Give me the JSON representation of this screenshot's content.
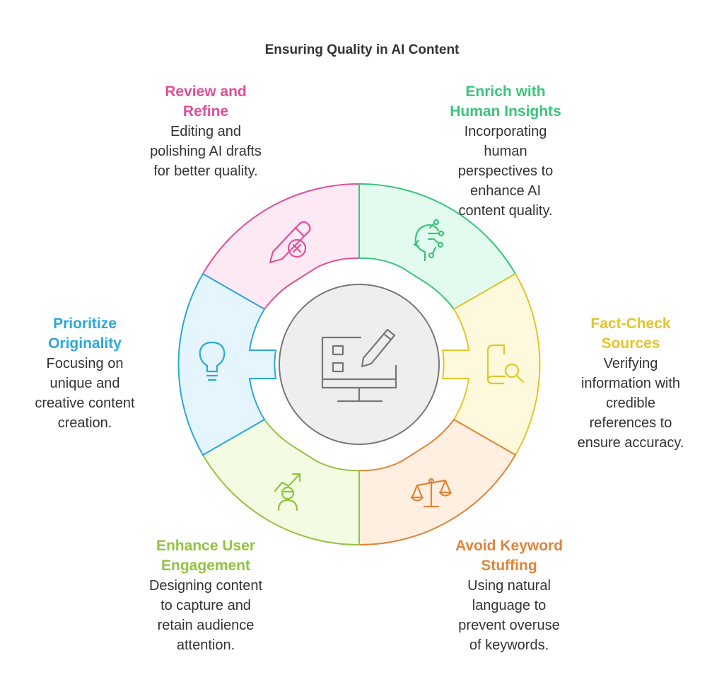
{
  "title": "Ensuring Quality in AI Content",
  "segments": [
    {
      "id": "review",
      "heading_lines": [
        "Review and",
        "Refine"
      ],
      "desc_lines": [
        "Editing and",
        "polishing AI drafts",
        "for better quality."
      ],
      "color": "#DE4F9B",
      "fill": "#FDE9F4",
      "icon": "pencil-x-icon"
    },
    {
      "id": "enrich",
      "heading_lines": [
        "Enrich with",
        "Human Insights"
      ],
      "desc_lines": [
        "Incorporating",
        "human",
        "perspectives to",
        "enhance AI",
        "content quality."
      ],
      "color": "#3BC47C",
      "fill": "#E3FBEE",
      "icon": "human-head-circuit-icon"
    },
    {
      "id": "factcheck",
      "heading_lines": [
        "Fact-Check",
        "Sources"
      ],
      "desc_lines": [
        "Verifying",
        "information with",
        "credible",
        "references to",
        "ensure accuracy."
      ],
      "color": "#E3C526",
      "fill": "#FEF8DC",
      "icon": "book-magnifier-icon"
    },
    {
      "id": "keyword",
      "heading_lines": [
        "Avoid Keyword",
        "Stuffing"
      ],
      "desc_lines": [
        "Using natural",
        "language to",
        "prevent overuse",
        "of keywords."
      ],
      "color": "#E0843A",
      "fill": "#FEEFE0",
      "icon": "balance-scale-icon"
    },
    {
      "id": "engagement",
      "heading_lines": [
        "Enhance User",
        "Engagement"
      ],
      "desc_lines": [
        "Designing content",
        "to capture and",
        "retain audience",
        "attention."
      ],
      "color": "#92C33E",
      "fill": "#F3FBE3",
      "icon": "user-growth-icon"
    },
    {
      "id": "originality",
      "heading_lines": [
        "Prioritize",
        "Originality"
      ],
      "desc_lines": [
        "Focusing on",
        "unique and",
        "creative content",
        "creation."
      ],
      "color": "#2DA7DA",
      "fill": "#E5F5FD",
      "icon": "lightbulb-icon"
    }
  ],
  "center": {
    "icon": "monitor-checklist-pencil-icon",
    "color": "#777777",
    "fill": "#EEEEEE"
  }
}
